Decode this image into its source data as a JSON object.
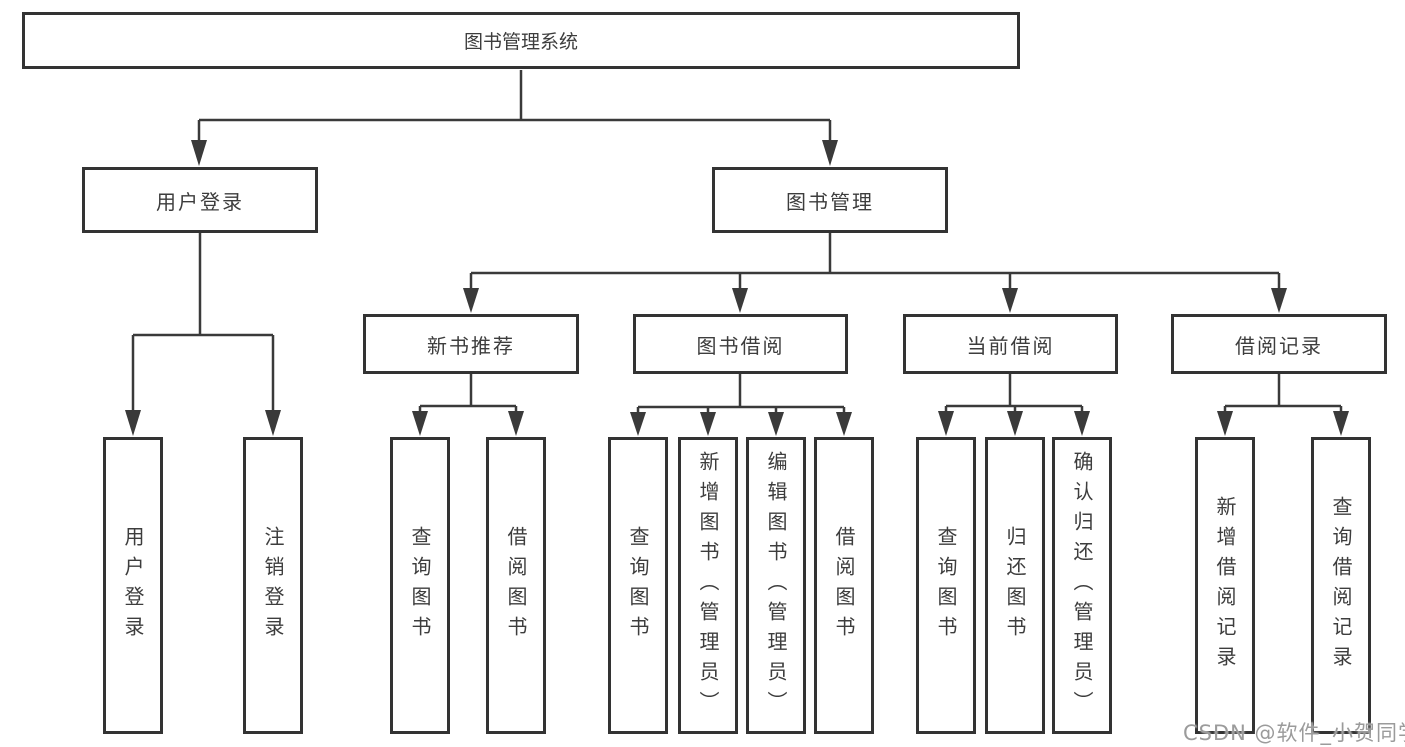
{
  "root": {
    "label": "图书管理系统"
  },
  "branches": {
    "user_login": {
      "label": "用户登录",
      "children": [
        {
          "label": "用户登录"
        },
        {
          "label": "注销登录"
        }
      ]
    },
    "book_mgmt": {
      "label": "图书管理",
      "sections": [
        {
          "label": "新书推荐",
          "children": [
            {
              "label": "查询图书"
            },
            {
              "label": "借阅图书"
            }
          ]
        },
        {
          "label": "图书借阅",
          "children": [
            {
              "label": "查询图书"
            },
            {
              "label": "新增图书（管理员）"
            },
            {
              "label": "编辑图书（管理员）"
            },
            {
              "label": "借阅图书"
            }
          ]
        },
        {
          "label": "当前借阅",
          "children": [
            {
              "label": "查询图书"
            },
            {
              "label": "归还图书"
            },
            {
              "label": "确认归还（管理员）"
            }
          ]
        },
        {
          "label": "借阅记录",
          "children": [
            {
              "label": "新增借阅记录"
            },
            {
              "label": "查询借阅记录"
            }
          ]
        }
      ]
    }
  },
  "watermark": {
    "text": "CSDN @软件_小贺同学"
  },
  "colors": {
    "line": "#3a3a3a",
    "text": "#3d3d3d",
    "box_border": "#333333",
    "background": "#ffffff",
    "watermark": "#9b9b9b"
  }
}
